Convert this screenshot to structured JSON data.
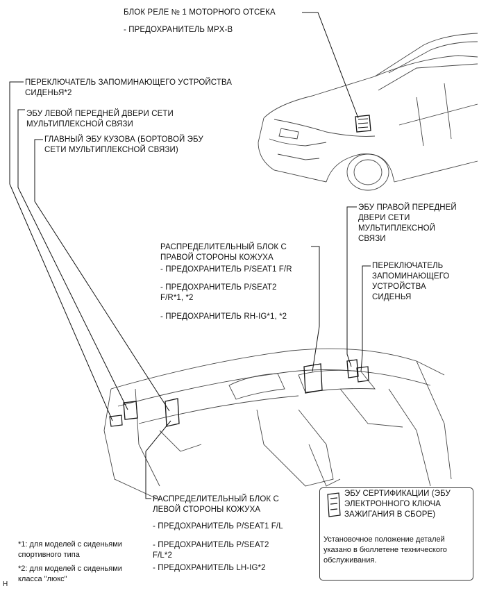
{
  "labels": {
    "engine_relay_block": "БЛОК РЕЛЕ № 1 МОТОРНОГО ОТСЕКА",
    "mpx_b_fuse": "- ПРЕДОХРАНИТЕЛЬ MPX-B",
    "seat_memory_switch_left": "ПЕРЕКЛЮЧАТЕЛЬ ЗАПОМИНАЮЩЕГО УСТРОЙСТВА\nСИДЕНЬЯ*2",
    "left_front_door_ecu": "ЭБУ ЛЕВОЙ ПЕРЕДНЕЙ ДВЕРИ СЕТИ\nМУЛЬТИПЛЕКСНОЙ СВЯЗИ",
    "main_body_ecu": "ГЛАВНЫЙ ЭБУ КУЗОВА (БОРТОВОЙ ЭБУ\nСЕТИ МУЛЬТИПЛЕКСНОЙ СВЯЗИ)",
    "right_front_door_ecu": "ЭБУ ПРАВОЙ ПЕРЕДНЕЙ\nДВЕРИ СЕТИ\nМУЛЬТИПЛЕКСНОЙ\nСВЯЗИ",
    "seat_memory_switch_right": "ПЕРЕКЛЮЧАТЕЛЬ\nЗАПОМИНАЮЩЕГО\nУСТРОЙСТВА\nСИДЕНЬЯ",
    "right_junction_block": "РАСПРЕДЕЛИТЕЛЬНЫЙ БЛОК С\nПРАВОЙ СТОРОНЫ КОЖУХА",
    "rj_fuse_1": "- ПРЕДОХРАНИТЕЛЬ P/SEAT1 F/R",
    "rj_fuse_2": "- ПРЕДОХРАНИТЕЛЬ P/SEAT2\nF/R*1, *2",
    "rj_fuse_3": "- ПРЕДОХРАНИТЕЛЬ RH-IG*1, *2",
    "left_junction_block": "РАСПРЕДЕЛИТЕЛЬНЫЙ БЛОК С\nЛЕВОЙ СТОРОНЫ КОЖУХА",
    "lj_fuse_1": "- ПРЕДОХРАНИТЕЛЬ P/SEAT1 F/L",
    "lj_fuse_2": "- ПРЕДОХРАНИТЕЛЬ P/SEAT2\nF/L*2",
    "lj_fuse_3": "- ПРЕДОХРАНИТЕЛЬ LH-IG*2",
    "certification_ecu": "ЭБУ СЕРТИФИКАЦИИ (ЭБУ\nЭЛЕКТРОННОГО КЛЮЧА\nЗАЖИГАНИЯ В СБОРЕ)",
    "install_note": "Установочное положение деталей\nуказано в бюллетене технического\nобслуживания."
  },
  "footnotes": {
    "note1": "*1: для моделей с сиденьями\nспортивного типа",
    "note2": "*2: для моделей с сиденьями\nкласса \"люкс\""
  },
  "corner_mark": "H"
}
